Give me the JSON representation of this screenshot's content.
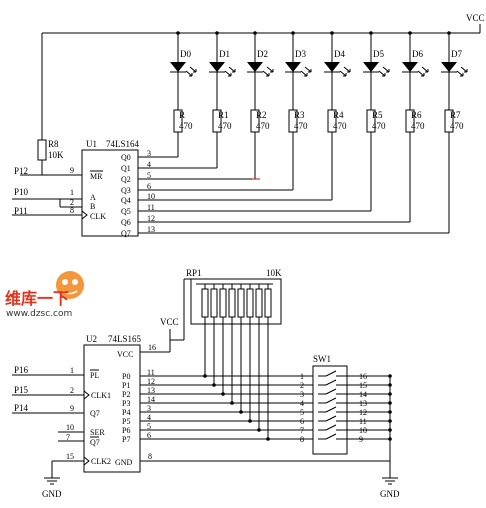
{
  "vcc_label": "VCC",
  "gnd_label": "GND",
  "led_labels": [
    "D0",
    "D1",
    "D2",
    "D3",
    "D4",
    "D5",
    "D6",
    "D7"
  ],
  "resistors": [
    {
      "name": "R",
      "value": "470",
      "index": "0"
    },
    {
      "name": "R1",
      "value": "470"
    },
    {
      "name": "R2",
      "value": "470"
    },
    {
      "name": "R3",
      "value": "470"
    },
    {
      "name": "R4",
      "value": "470"
    },
    {
      "name": "R5",
      "value": "470"
    },
    {
      "name": "R6",
      "value": "470"
    },
    {
      "name": "R7",
      "value": "470"
    }
  ],
  "r8": {
    "name": "R8",
    "value": "10K"
  },
  "u1": {
    "ref": "U1",
    "part": "74LS164",
    "inputs": [
      {
        "net": "P12",
        "pin": "9",
        "name": "MR"
      },
      {
        "net": "P10",
        "pin": "1",
        "name": "A"
      },
      {
        "net": "",
        "pin": "2",
        "name": "B"
      },
      {
        "net": "P11",
        "pin": "8",
        "name": "CLK"
      }
    ],
    "outputs": [
      {
        "name": "Q0",
        "pin": "3"
      },
      {
        "name": "Q1",
        "pin": "4"
      },
      {
        "name": "Q2",
        "pin": "5"
      },
      {
        "name": "Q3",
        "pin": "6"
      },
      {
        "name": "Q4",
        "pin": "10"
      },
      {
        "name": "Q5",
        "pin": "11"
      },
      {
        "name": "Q6",
        "pin": "12"
      },
      {
        "name": "Q7",
        "pin": "13"
      }
    ]
  },
  "rp1": {
    "ref": "RP1",
    "value": "10K"
  },
  "u2": {
    "ref": "U2",
    "part": "74LS165",
    "vcc_pin": "16",
    "vcc_name": "VCC",
    "left_pins": [
      {
        "net": "P16",
        "pin": "1",
        "name": "PL"
      },
      {
        "net": "P15",
        "pin": "2",
        "name": "CLK1"
      },
      {
        "net": "P14",
        "pin": "9",
        "name": "Q7"
      },
      {
        "net": "",
        "pin": "10",
        "name": "SER"
      },
      {
        "net": "",
        "pin": "7",
        "name": "Q7"
      },
      {
        "net": "",
        "pin": "15",
        "name": "CLK2"
      }
    ],
    "right_pins": [
      {
        "name": "P0",
        "pin": "11"
      },
      {
        "name": "P1",
        "pin": "12"
      },
      {
        "name": "P2",
        "pin": "13"
      },
      {
        "name": "P3",
        "pin": "14"
      },
      {
        "name": "P4",
        "pin": "3"
      },
      {
        "name": "P5",
        "pin": "4"
      },
      {
        "name": "P6",
        "pin": "5"
      },
      {
        "name": "P7",
        "pin": "6"
      }
    ],
    "gnd_pin": "8",
    "gnd_name": "GND"
  },
  "sw1": {
    "ref": "SW1",
    "left_pins": [
      "1",
      "2",
      "3",
      "4",
      "5",
      "6",
      "7",
      "8"
    ],
    "right_pins": [
      "16",
      "15",
      "14",
      "13",
      "12",
      "11",
      "10",
      "9"
    ]
  },
  "watermark": {
    "line1": "维库一下",
    "line2": "www.dzsc.com"
  }
}
